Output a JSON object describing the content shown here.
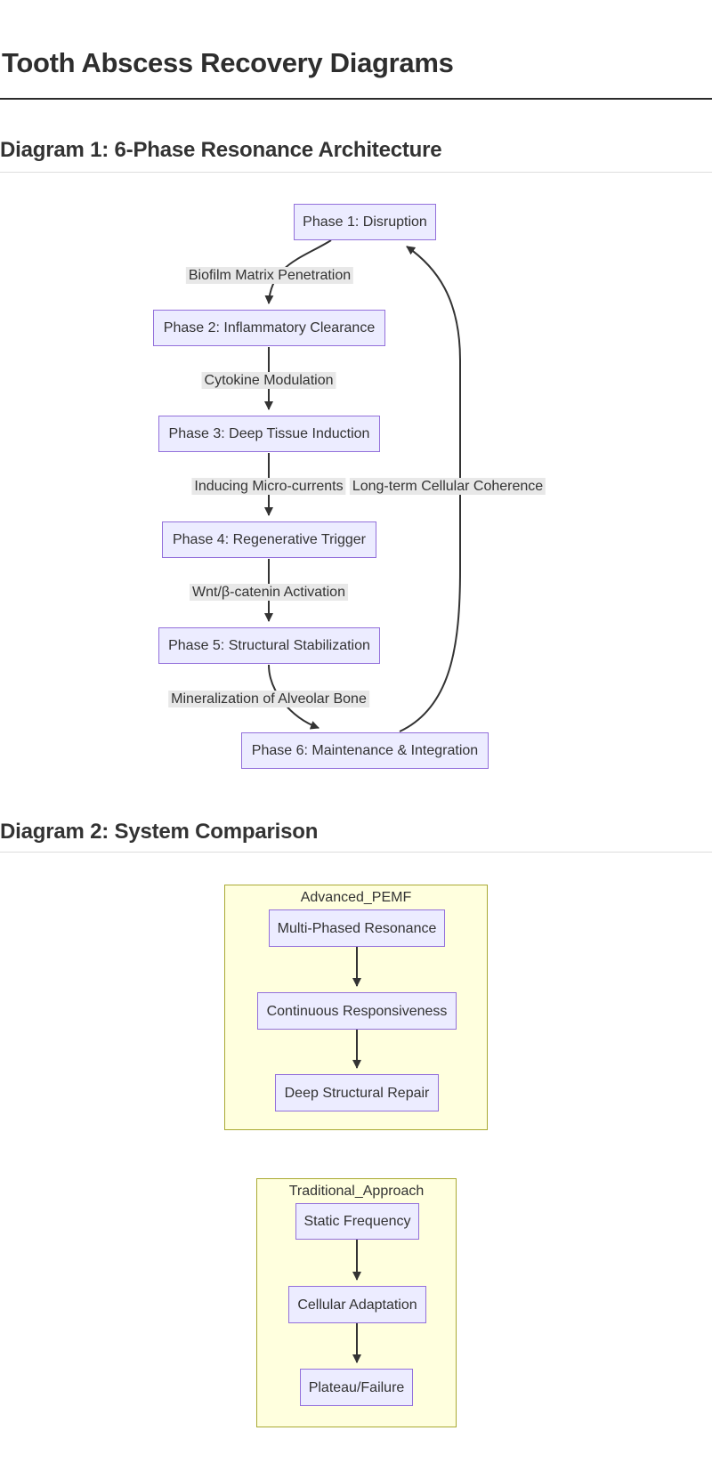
{
  "page": {
    "title": "Tooth Abscess Recovery Diagrams"
  },
  "sections": [
    {
      "heading": "Diagram 1: 6-Phase Resonance Architecture"
    },
    {
      "heading": "Diagram 2: System Comparison"
    }
  ],
  "diagram1": {
    "type": "flowchart",
    "nodes": [
      {
        "label": "Phase 1: Disruption"
      },
      {
        "label": "Phase 2: Inflammatory Clearance"
      },
      {
        "label": "Phase 3: Deep Tissue Induction"
      },
      {
        "label": "Phase 4: Regenerative Trigger"
      },
      {
        "label": "Phase 5: Structural Stabilization"
      },
      {
        "label": "Phase 6: Maintenance & Integration"
      }
    ],
    "edge_labels": [
      {
        "label": "Biofilm Matrix Penetration"
      },
      {
        "label": "Cytokine Modulation"
      },
      {
        "label": "Inducing Micro-currents"
      },
      {
        "label": "Long-term Cellular Coherence"
      },
      {
        "label": "Wnt/β-catenin Activation"
      },
      {
        "label": "Mineralization of Alveolar Bone"
      }
    ]
  },
  "diagram2": {
    "type": "flowchart-comparison",
    "clusters": [
      {
        "title": "Advanced_PEMF",
        "nodes": [
          {
            "label": "Multi-Phased Resonance"
          },
          {
            "label": "Continuous Responsiveness"
          },
          {
            "label": "Deep Structural Repair"
          }
        ]
      },
      {
        "title": "Traditional_Approach",
        "nodes": [
          {
            "label": "Static Frequency"
          },
          {
            "label": "Cellular Adaptation"
          },
          {
            "label": "Plateau/Failure"
          }
        ]
      }
    ]
  },
  "colors": {
    "node_fill": "#ECECFF",
    "node_border": "#9370DB",
    "cluster_fill": "#ffffde",
    "cluster_border": "#aaaa33",
    "edge_label_bg": "#e8e8e8",
    "arrow": "#333333",
    "text": "#333333",
    "rule_dark": "#2b2b2b",
    "rule_light": "#dddddd"
  }
}
